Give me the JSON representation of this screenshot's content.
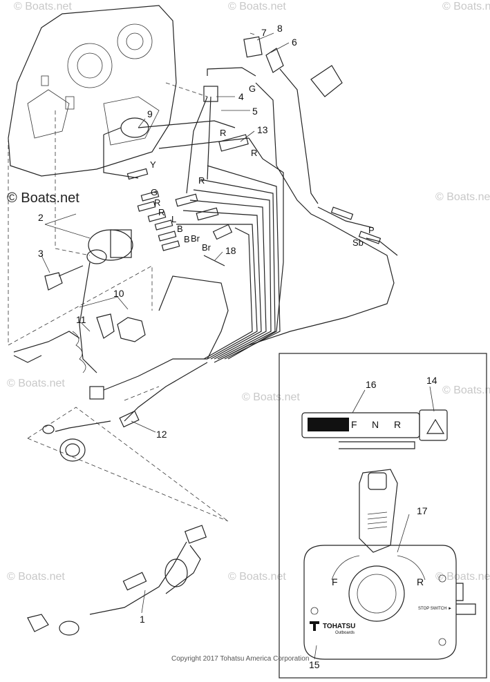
{
  "part_labels": {
    "p1": "1",
    "p2": "2",
    "p3": "3",
    "p4": "4",
    "p5": "5",
    "p6": "6",
    "p7": "7",
    "p8": "8",
    "p9": "9",
    "p10": "10",
    "p11": "11",
    "p12": "12",
    "p13": "13",
    "p14": "14",
    "p15": "15",
    "p16": "16",
    "p17": "17",
    "p18": "18"
  },
  "wire_labels": {
    "g_top": "G",
    "r_top": "R",
    "y": "Y",
    "r_13": "R",
    "g_sw": "G",
    "r_sw1": "R",
    "r_sw2": "R",
    "l_sw": "L",
    "b_sw1": "B",
    "b_sw2": "B",
    "br_sw1": "Br",
    "br_sw2": "Br",
    "r_conn": "R",
    "p": "P",
    "sb": "Sb"
  },
  "gauge_text": {
    "f": "F",
    "n": "N",
    "r": "R"
  },
  "control_text": {
    "f": "F",
    "r": "R",
    "brand": "TOHATSU",
    "sub": "Outboards",
    "stop": "STOP SWITCH ►"
  },
  "watermark_main": "© Boats.net",
  "watermark_text": "© Boats.net",
  "copyright": "Copyright 2017 Tohatsu America Corporation"
}
